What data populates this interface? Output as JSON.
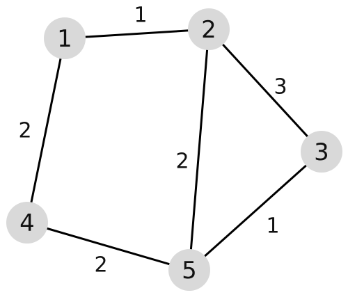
{
  "graph": {
    "node_color": "#d9d9d9",
    "edge_color": "#000000",
    "nodes": [
      {
        "id": "1",
        "label": "1"
      },
      {
        "id": "2",
        "label": "2"
      },
      {
        "id": "3",
        "label": "3"
      },
      {
        "id": "4",
        "label": "4"
      },
      {
        "id": "5",
        "label": "5"
      }
    ],
    "edges": [
      {
        "from": "1",
        "to": "2",
        "weight": "1"
      },
      {
        "from": "2",
        "to": "3",
        "weight": "3"
      },
      {
        "from": "1",
        "to": "4",
        "weight": "2"
      },
      {
        "from": "2",
        "to": "5",
        "weight": "2"
      },
      {
        "from": "3",
        "to": "5",
        "weight": "1"
      },
      {
        "from": "4",
        "to": "5",
        "weight": "2"
      }
    ]
  }
}
